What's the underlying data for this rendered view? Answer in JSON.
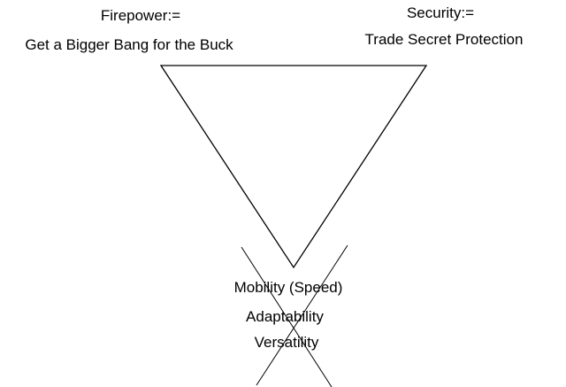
{
  "diagram": {
    "firepower": {
      "title": "Firepower:=",
      "description": "Get a Bigger Bang for the Buck"
    },
    "security": {
      "title": "Security:=",
      "description": "Trade Secret Protection"
    },
    "mobility": {
      "items": [
        "Mobility (Speed)",
        "Adaptability",
        "Versatility"
      ],
      "crossed_out": true
    },
    "colors": {
      "stroke": "#000000",
      "text": "#000000",
      "background": "#ffffff"
    }
  }
}
